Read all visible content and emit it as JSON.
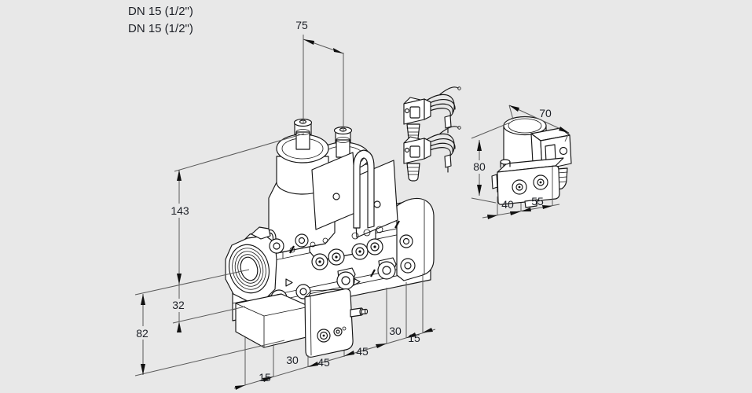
{
  "canvas": {
    "bg": "#e8e8e8",
    "part_line": "#151515",
    "dim_line": "#5a5a5a",
    "text": "#1d2027"
  },
  "labels": {
    "dn_1": "DN 15 (1/2\")",
    "dn_2": "DN 15 (1/2\")"
  },
  "dimensions": {
    "top_span": "75",
    "left_height": "143",
    "left_mid": "32",
    "left_lower": "82",
    "bottom_chain": [
      "15",
      "30",
      "45",
      "45",
      "30",
      "15"
    ],
    "aux_height": "80",
    "aux_top_span": "70",
    "aux_bottom_chain": [
      "40",
      "55"
    ]
  },
  "drawing": {
    "main_part": "double-solenoid-valve-assembly",
    "attachments": "connector-plugs-with-cables",
    "side_part": "pilot-solenoid-valve"
  }
}
